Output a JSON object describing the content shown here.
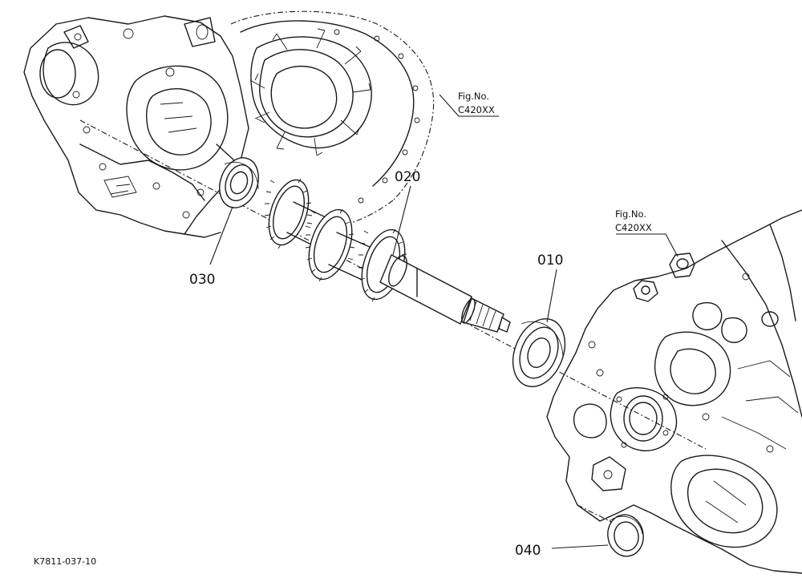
{
  "diagram": {
    "figure_code": "K7811-037-10",
    "figure_references": [
      {
        "line1": "Fig.No.",
        "line2": "C420XX"
      },
      {
        "line1": "Fig.No.",
        "line2": "C420XX"
      }
    ],
    "parts": [
      {
        "number": "010"
      },
      {
        "number": "020"
      },
      {
        "number": "030"
      },
      {
        "number": "040"
      }
    ]
  }
}
